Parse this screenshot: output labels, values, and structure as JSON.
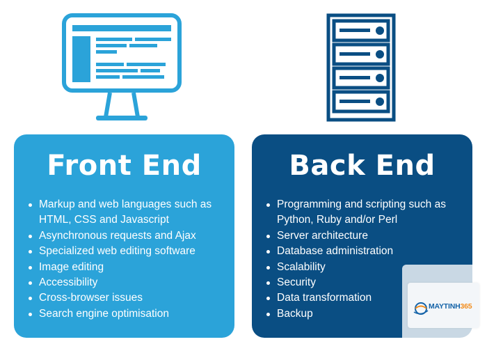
{
  "colors": {
    "front_card": "#2ba3d9",
    "back_card": "#0a4e83",
    "icon_front": "#2ba3d9",
    "icon_back": "#0a4e83"
  },
  "illustrations": {
    "front": "monitor-icon",
    "back": "server-rack-icon"
  },
  "front_end": {
    "title": "Front End",
    "items": [
      "Markup and web languages such as HTML, CSS and Javascript",
      "Asynchronous requests and Ajax",
      "Specialized web editing software",
      "Image editing",
      "Accessibility",
      "Cross-browser issues",
      "Search engine optimisation"
    ]
  },
  "back_end": {
    "title": "Back End",
    "items": [
      "Programming and scripting such as Python, Ruby and/or Perl",
      "Server architecture",
      "Database administration",
      "Scalability",
      "Security",
      "Data transformation",
      "Backup"
    ]
  },
  "watermark": {
    "brand_main": "MAYTINH",
    "brand_num": "365"
  }
}
